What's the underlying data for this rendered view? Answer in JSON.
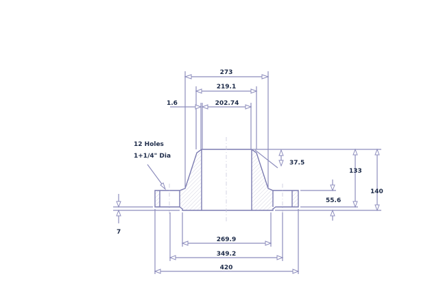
{
  "dimensions": {
    "hub_base_dia": "273",
    "pipe_od": "219.1",
    "wall_step": "1.6",
    "bore": "202.74",
    "hub_taper": "37.5",
    "hub_length": "133",
    "overall_height": "140",
    "flange_thickness": "55.6",
    "raised_face": "7",
    "raised_face_dia": "269.9",
    "bolt_circle": "349.2",
    "flange_od": "420"
  },
  "holes_note": {
    "line1": "12 Holes",
    "line2": "1+1/4\" Dia"
  },
  "colors": {
    "lines": "#8c8cbc",
    "text": "#1c2a48"
  }
}
